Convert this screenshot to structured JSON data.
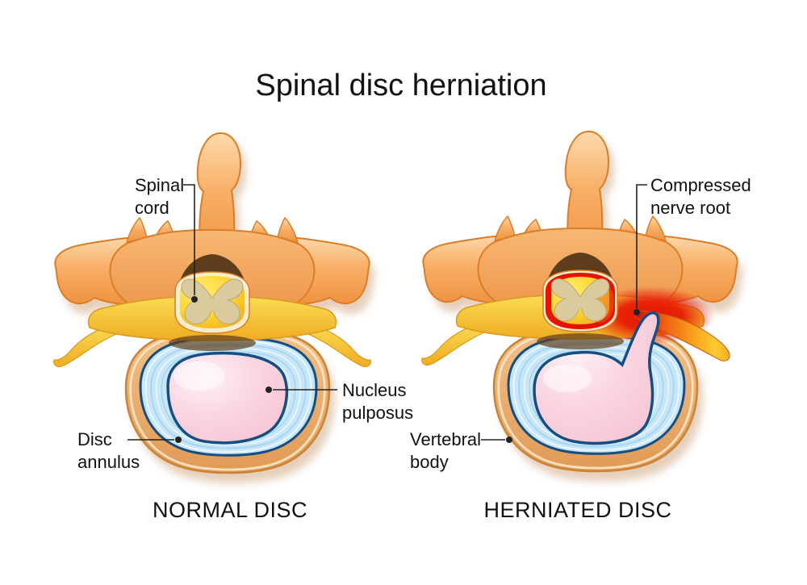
{
  "title": "Spinal disc herniation",
  "panels": {
    "normal": {
      "caption": "NORMAL DISC",
      "labels": {
        "spinal_cord": {
          "lines": [
            "Spinal",
            "cord"
          ]
        },
        "nucleus_pulposus": {
          "lines": [
            "Nucleus",
            "pulposus"
          ]
        },
        "disc_annulus": {
          "lines": [
            "Disc",
            "annulus"
          ]
        }
      }
    },
    "herniated": {
      "caption": "HERNIATED DISC",
      "labels": {
        "compressed_nerve_root": {
          "lines": [
            "Compressed",
            "nerve root"
          ]
        },
        "vertebral_body": {
          "lines": [
            "Vertebral",
            "body"
          ]
        }
      }
    }
  },
  "colors": {
    "background": "#FFFFFF",
    "text": "#111111",
    "leader": "#222222",
    "bone-light": "#FDD9AB",
    "bone-mid": "#F8AF66",
    "bone-deep": "#EF9242",
    "bone-outline": "#DB7D27",
    "shadow-brown": "#B06A2E",
    "canal-brown": "#5E3D1C",
    "ligament-light": "#FBDC55",
    "ligament-deep": "#EFAC22",
    "ligament-outline": "#D89B1F",
    "cord-cream": "#F7EDCC",
    "cord-gold-light": "#FFEC70",
    "cord-gold": "#FFD42E",
    "cord-gold-deep": "#EFA01F",
    "gray-matter": "#D9CB9E",
    "gray-matter-outline": "#BFAB77",
    "body-tan-light": "#F3C189",
    "body-tan-deep": "#E09A55",
    "body-tan-outline": "#C98436",
    "annulus-blue": "#C7E7F8",
    "annulus-rim": "#174E81",
    "annulus-stripe-dark": "#9CCFEC",
    "nucleus-pink": "#FAD4E0",
    "nucleus-pink-deep": "#F5BFCF",
    "nucleus-highlight": "#FEF1F5",
    "inflammation-red": "#E61300",
    "inflammation-orange": "#F2610E"
  }
}
